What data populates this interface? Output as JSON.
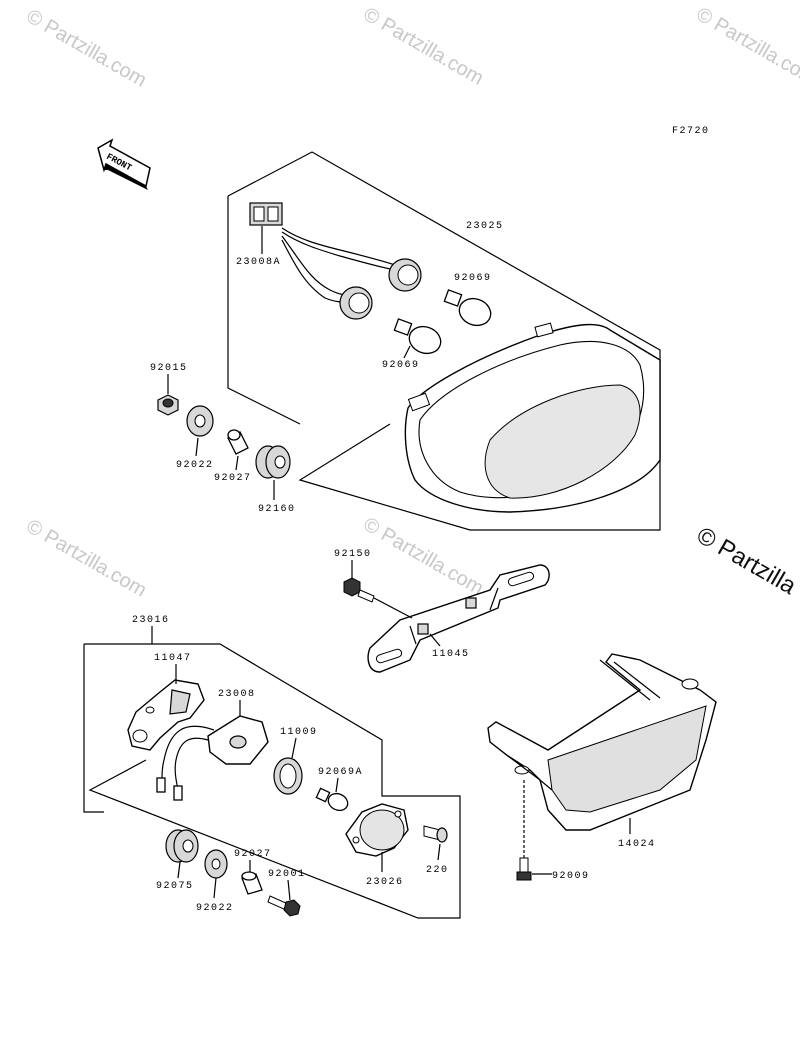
{
  "watermark": {
    "text": "© Partzilla.com",
    "text_large": "© Partzilla"
  },
  "figure_code": "F2720",
  "front_label": "FRONT",
  "parts": {
    "p23025": "23025",
    "p23008A": "23008A",
    "p92069_top": "92069",
    "p92069_bot": "92069",
    "p92015": "92015",
    "p92022_top": "92022",
    "p92027_top": "92027",
    "p92160": "92160",
    "p92150": "92150",
    "p11045": "11045",
    "p23016": "23016",
    "p11047": "11047",
    "p23008": "23008",
    "p11009": "11009",
    "p92069A": "92069A",
    "p23026": "23026",
    "p220": "220",
    "p92075": "92075",
    "p92022_bot": "92022",
    "p92027_bot": "92027",
    "p92001": "92001",
    "p14024": "14024",
    "p92009": "92009"
  }
}
